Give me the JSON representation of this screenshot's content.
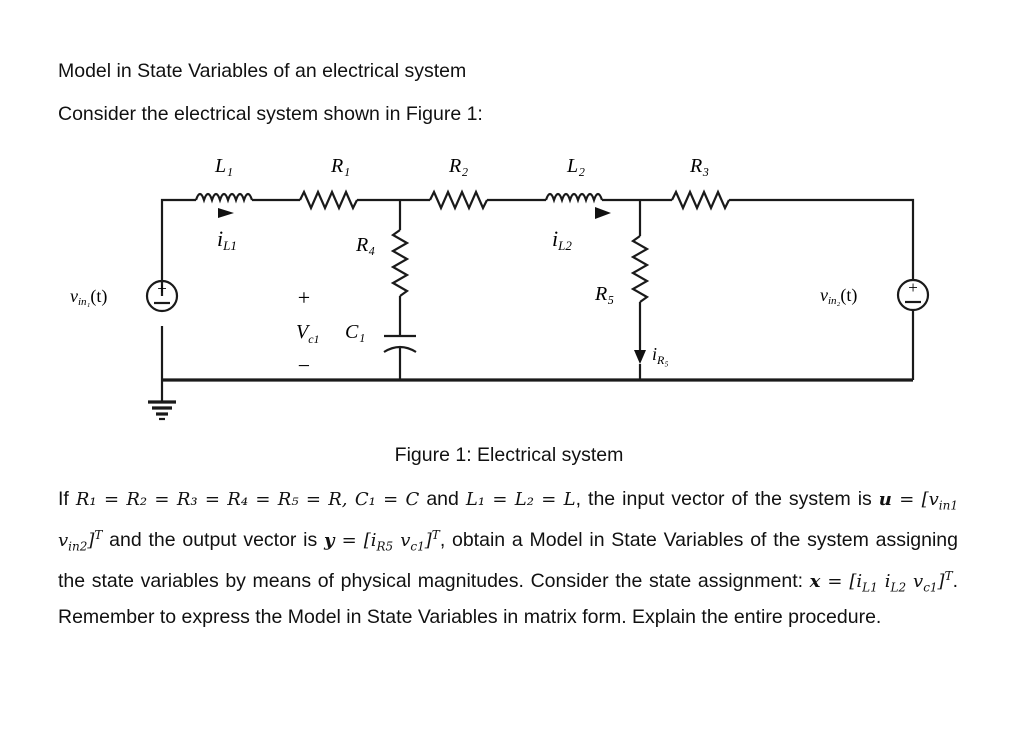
{
  "doc": {
    "title": "Model in State Variables of an electrical system",
    "intro": "Consider the electrical system shown in Figure 1:",
    "caption": "Figure 1: Electrical system"
  },
  "figure": {
    "L1": "L₁",
    "R1": "R₁",
    "R2": "R₂",
    "L2": "L₂",
    "R3": "R₃",
    "R4": "R₄",
    "R5": "R₅",
    "iL1": "i",
    "iL1_sub": "L1",
    "iL2": "i",
    "iL2_sub": "L2",
    "vc1": "V",
    "vc1_sub": "c1",
    "C1": "C₁",
    "iR5": "i",
    "iR5_sub": "R₅",
    "vin1": "v",
    "vin1_sub": "in₁",
    "vin1_t": "(t)",
    "vin2": "v",
    "vin2_sub": "in₂",
    "vin2_t": "(t)",
    "plus": "+",
    "minus": "−"
  },
  "para": {
    "t1": "If ",
    "eq1": "R₁ = R₂ = R₃ = R₄ = R₅ = R, C₁ = C",
    "t2": " and ",
    "eq2": "L₁ = L₂ = L",
    "t3": ", the input vector of the system is ",
    "u": "u",
    "eq3": " = [v",
    "eq3s1": "in1",
    "eq3b": " v",
    "eq3s2": "in2",
    "eq3c": "]",
    "T1": "T",
    "t4": " and the output vector is ",
    "y": "y",
    "eq4": " = [i",
    "eq4s1": "R5",
    "eq4b": " v",
    "eq4s2": "c1",
    "eq4c": "]",
    "T2": "T",
    "t5": ", obtain a Model in State Variables of the system assigning the state variables by means of physical magnitudes. Consider the state assignment: ",
    "x": "x",
    "eq5": " = [i",
    "eq5s1": "L1",
    "eq5b": " i",
    "eq5s2": "L2",
    "eq5c": " v",
    "eq5s3": "c1",
    "eq5d": "]",
    "T3": "T",
    "t6": ". Remember to express the Model in State Variables in matrix form. Explain the entire procedure."
  }
}
